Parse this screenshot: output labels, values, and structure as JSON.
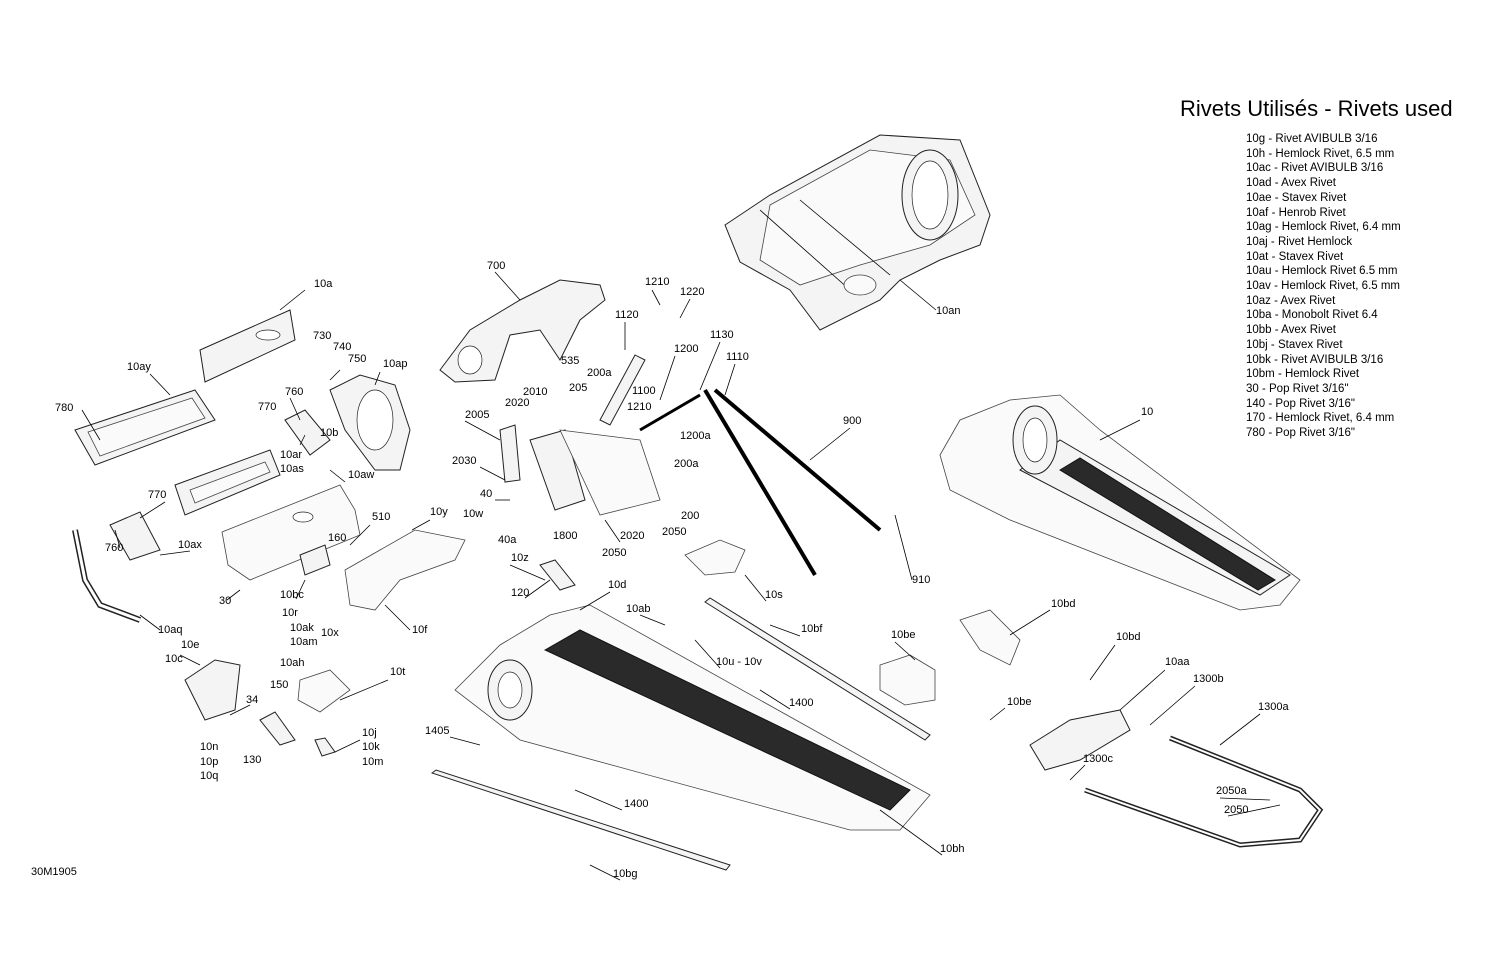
{
  "legend": {
    "title": "Rivets Utilisés - Rivets used",
    "items": [
      "10g - Rivet AVIBULB 3/16",
      "10h - Hemlock Rivet, 6.5 mm",
      "10ac - Rivet AVIBULB 3/16",
      "10ad - Avex Rivet",
      "10ae - Stavex Rivet",
      "10af - Henrob Rivet",
      "10ag - Hemlock Rivet, 6.4 mm",
      "10aj - Rivet Hemlock",
      "10at - Stavex Rivet",
      "10au - Hemlock Rivet 6.5 mm",
      "10av - Hemlock Rivet, 6.5 mm",
      "10az - Avex Rivet",
      "10ba - Monobolt Rivet 6.4",
      "10bb - Avex Rivet",
      "10bj - Stavex Rivet",
      "10bk - Rivet AVIBULB 3/16",
      "10bm - Hemlock Rivet",
      "30 - Pop Rivet 3/16\"",
      "140 - Pop Rivet 3/16\"",
      "170 - Hemlock Rivet, 6.4 mm",
      "780 - Pop Rivet 3/16\""
    ]
  },
  "figure_code": "30M1905",
  "callouts": [
    {
      "id": "10a",
      "text": "10a"
    },
    {
      "id": "10ay",
      "text": "10ay"
    },
    {
      "id": "780",
      "text": "780"
    },
    {
      "id": "730",
      "text": "730"
    },
    {
      "id": "740",
      "text": "740"
    },
    {
      "id": "750",
      "text": "750"
    },
    {
      "id": "10ap",
      "text": "10ap"
    },
    {
      "id": "760a",
      "text": "760"
    },
    {
      "id": "770a",
      "text": "770"
    },
    {
      "id": "10b",
      "text": "10b"
    },
    {
      "id": "10ar",
      "text": "10ar"
    },
    {
      "id": "10as",
      "text": "10as"
    },
    {
      "id": "10aw",
      "text": "10aw"
    },
    {
      "id": "770b",
      "text": "770"
    },
    {
      "id": "760b",
      "text": "760"
    },
    {
      "id": "10ax",
      "text": "10ax"
    },
    {
      "id": "510",
      "text": "510"
    },
    {
      "id": "10y",
      "text": "10y"
    },
    {
      "id": "10w",
      "text": "10w"
    },
    {
      "id": "160",
      "text": "160"
    },
    {
      "id": "30",
      "text": "30"
    },
    {
      "id": "10bc",
      "text": "10bc"
    },
    {
      "id": "10x",
      "text": "10x"
    },
    {
      "id": "10f",
      "text": "10f"
    },
    {
      "id": "10aq",
      "text": "10aq"
    },
    {
      "id": "10r",
      "text": "10r"
    },
    {
      "id": "10ak",
      "text": "10ak"
    },
    {
      "id": "10am",
      "text": "10am"
    },
    {
      "id": "10ah",
      "text": "10ah"
    },
    {
      "id": "10e",
      "text": "10e"
    },
    {
      "id": "10c",
      "text": "10c"
    },
    {
      "id": "150",
      "text": "150"
    },
    {
      "id": "34",
      "text": "34"
    },
    {
      "id": "10t",
      "text": "10t"
    },
    {
      "id": "10n",
      "text": "10n"
    },
    {
      "id": "10p",
      "text": "10p"
    },
    {
      "id": "10q",
      "text": "10q"
    },
    {
      "id": "130",
      "text": "130"
    },
    {
      "id": "10j",
      "text": "10j"
    },
    {
      "id": "10k",
      "text": "10k"
    },
    {
      "id": "10m",
      "text": "10m"
    },
    {
      "id": "700",
      "text": "700"
    },
    {
      "id": "535",
      "text": "535"
    },
    {
      "id": "205",
      "text": "205"
    },
    {
      "id": "2010",
      "text": "2010"
    },
    {
      "id": "2020a",
      "text": "2020"
    },
    {
      "id": "200a_1",
      "text": "200a"
    },
    {
      "id": "2005",
      "text": "2005"
    },
    {
      "id": "2030",
      "text": "2030"
    },
    {
      "id": "40",
      "text": "40"
    },
    {
      "id": "40a",
      "text": "40a"
    },
    {
      "id": "1800",
      "text": "1800"
    },
    {
      "id": "2020b",
      "text": "2020"
    },
    {
      "id": "2050a",
      "text": "2050"
    },
    {
      "id": "10z",
      "text": "10z"
    },
    {
      "id": "120",
      "text": "120"
    },
    {
      "id": "1210a",
      "text": "1210"
    },
    {
      "id": "1220",
      "text": "1220"
    },
    {
      "id": "1120",
      "text": "1120"
    },
    {
      "id": "1100",
      "text": "1100"
    },
    {
      "id": "1210b",
      "text": "1210"
    },
    {
      "id": "200a_2",
      "text": "200a"
    },
    {
      "id": "200",
      "text": "200"
    },
    {
      "id": "2050b",
      "text": "2050"
    },
    {
      "id": "1200",
      "text": "1200"
    },
    {
      "id": "1130",
      "text": "1130"
    },
    {
      "id": "1110",
      "text": "1110"
    },
    {
      "id": "1200a",
      "text": "1200a"
    },
    {
      "id": "900",
      "text": "900"
    },
    {
      "id": "910",
      "text": "910"
    },
    {
      "id": "10s",
      "text": "10s"
    },
    {
      "id": "10d",
      "text": "10d"
    },
    {
      "id": "10ab",
      "text": "10ab"
    },
    {
      "id": "10u10v",
      "text": "10u - 10v"
    },
    {
      "id": "10bf",
      "text": "10bf"
    },
    {
      "id": "1400a",
      "text": "1400"
    },
    {
      "id": "1405",
      "text": "1405"
    },
    {
      "id": "1400b",
      "text": "1400"
    },
    {
      "id": "10bg",
      "text": "10bg"
    },
    {
      "id": "10bh",
      "text": "10bh"
    },
    {
      "id": "10an",
      "text": "10an"
    },
    {
      "id": "10",
      "text": "10"
    },
    {
      "id": "10bd1",
      "text": "10bd"
    },
    {
      "id": "10be1",
      "text": "10be"
    },
    {
      "id": "10bd2",
      "text": "10bd"
    },
    {
      "id": "10aa",
      "text": "10aa"
    },
    {
      "id": "10be2",
      "text": "10be"
    },
    {
      "id": "1300b",
      "text": "1300b"
    },
    {
      "id": "1300a",
      "text": "1300a"
    },
    {
      "id": "1300c",
      "text": "1300c"
    },
    {
      "id": "2050a_r",
      "text": "2050a"
    },
    {
      "id": "2050_r",
      "text": "2050"
    }
  ]
}
